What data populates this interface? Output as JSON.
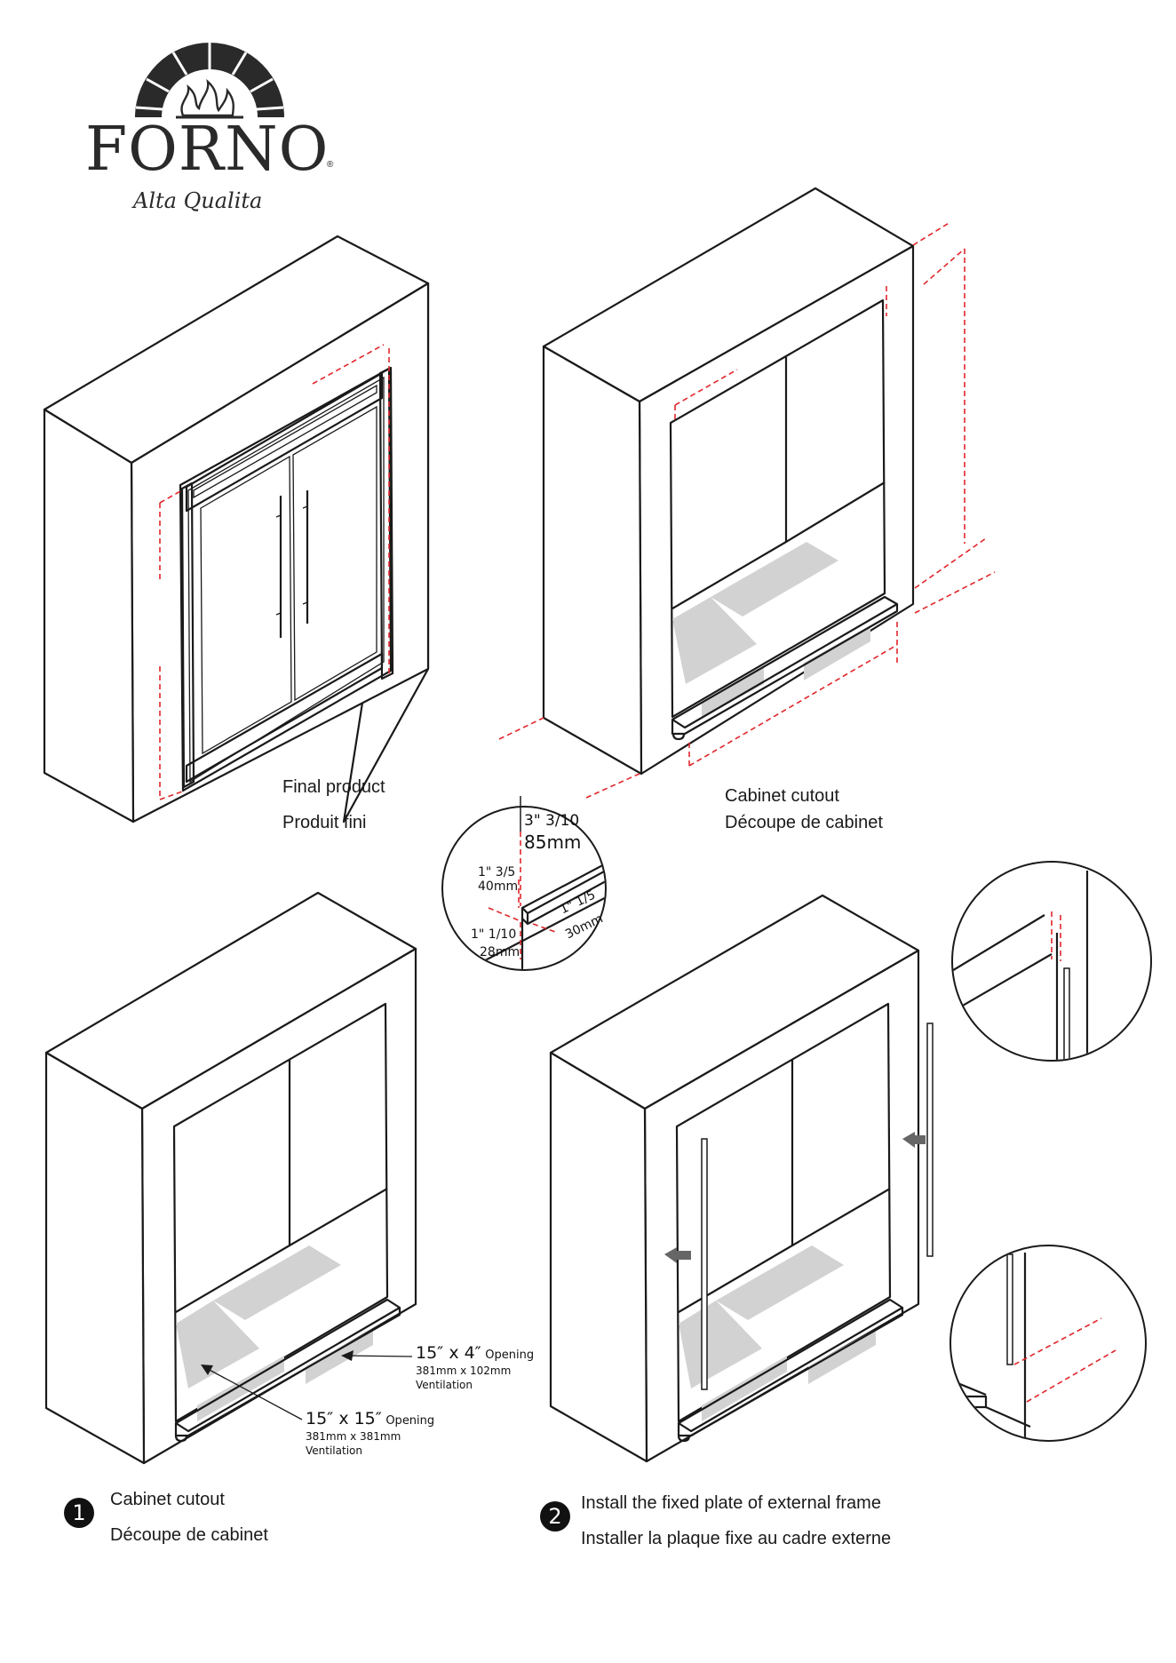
{
  "brand": {
    "name": "FORNO",
    "tagline": "Alta Qualita",
    "registered": "®"
  },
  "figures": {
    "final": {
      "en": "Final product",
      "fr": "Produit fini"
    },
    "cutout": {
      "en": "Cabinet cutout",
      "fr": "Découpe de cabinet"
    },
    "detail": {
      "height_in": "3\" 3/10",
      "height_mm": "85mm",
      "depth_in": "1\" 3/5",
      "depth_mm": "40mm",
      "lip_in": "1\" 1/10",
      "lip_mm": "28mm",
      "width_in": "1\" 1/5",
      "width_mm": "30mm"
    }
  },
  "steps": [
    {
      "number": "1",
      "en": "Cabinet cutout",
      "fr": "Découpe de cabinet",
      "callouts": [
        {
          "size": "15″ x 4″",
          "word": "Opening",
          "metric": "381mm x 102mm",
          "use": "Ventilation"
        },
        {
          "size": "15″ x 15″",
          "word": "Opening",
          "metric": "381mm x 381mm",
          "use": "Ventilation"
        }
      ]
    },
    {
      "number": "2",
      "en": "Install the fixed plate of external frame",
      "fr": "Installer la plaque fixe au cadre externe"
    }
  ]
}
